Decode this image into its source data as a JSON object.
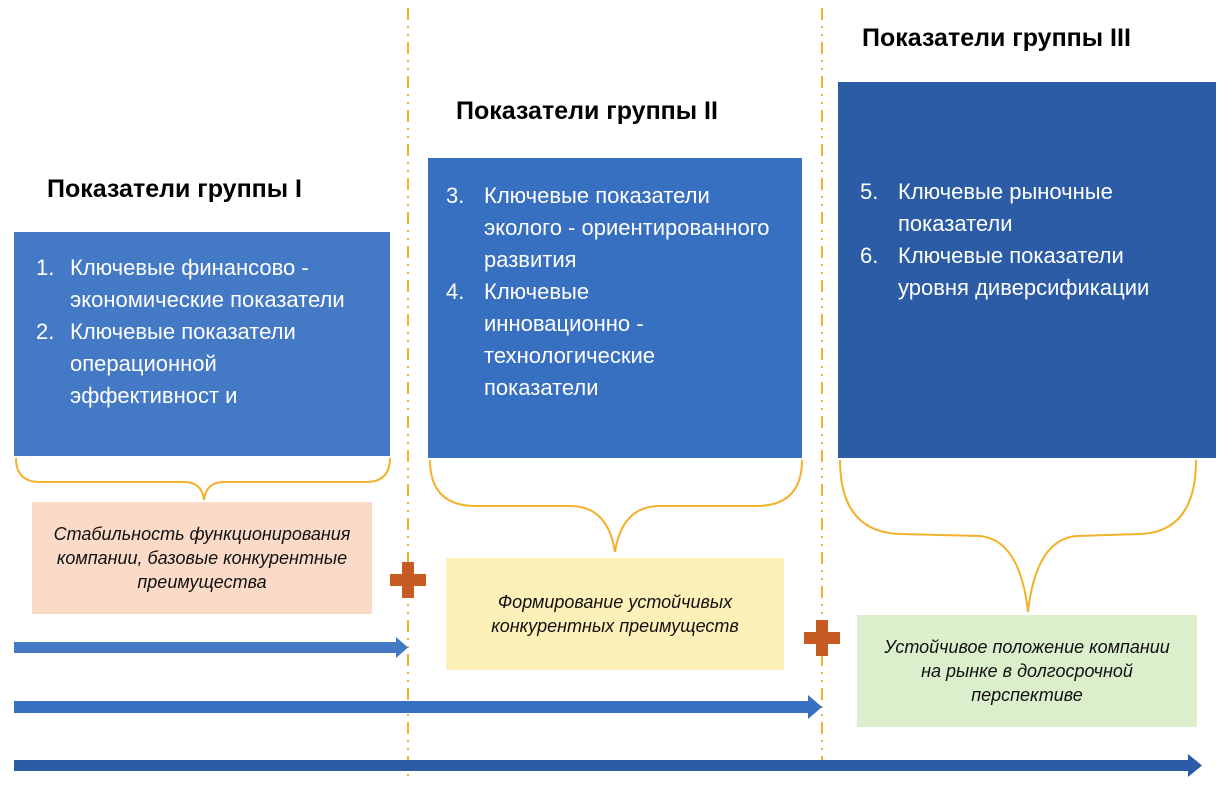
{
  "colors": {
    "group1_box": "#4479c6",
    "group2_box": "#376fc1",
    "group3_box": "#2b5ca5",
    "brace": "#f2b12a",
    "divider": "#f2b12a",
    "plus": "#c55a22",
    "result1_bg": "#fbdbc8",
    "result2_bg": "#fdf0b8",
    "result3_bg": "#dcefcc",
    "arrow1": "#4479c6",
    "arrow2": "#376fc1",
    "arrow3": "#2b5ca5"
  },
  "groups": [
    {
      "heading": "Показатели группы  I",
      "items": [
        {
          "num": "1.",
          "text": "Ключевые финансово - экономические показатели"
        },
        {
          "num": "2.",
          "text": "Ключевые  показатели операционной эффективност и"
        }
      ],
      "result": "Стабильность функционирования компании, базовые конкурентные преимущества"
    },
    {
      "heading": "Показатели группы  II",
      "items": [
        {
          "num": "3.",
          "text": "Ключевые показатели эколого - ориентированного развития"
        },
        {
          "num": "4.",
          "text": "Ключевые инновационно - технологические показатели"
        }
      ],
      "result": "Формирование устойчивых конкурентных преимуществ"
    },
    {
      "heading": "Показатели группы III",
      "items": [
        {
          "num": "5.",
          "text": "Ключевые  рыночные показатели"
        },
        {
          "num": "6.",
          "text": "Ключевые  показатели уровня диверсификации"
        }
      ],
      "result": "Устойчивое положение компании на рынке в долгосрочной перспективе"
    }
  ],
  "icons": {
    "plus": "plus-icon",
    "arrow": "arrow-right-icon",
    "brace": "curly-brace-icon"
  }
}
